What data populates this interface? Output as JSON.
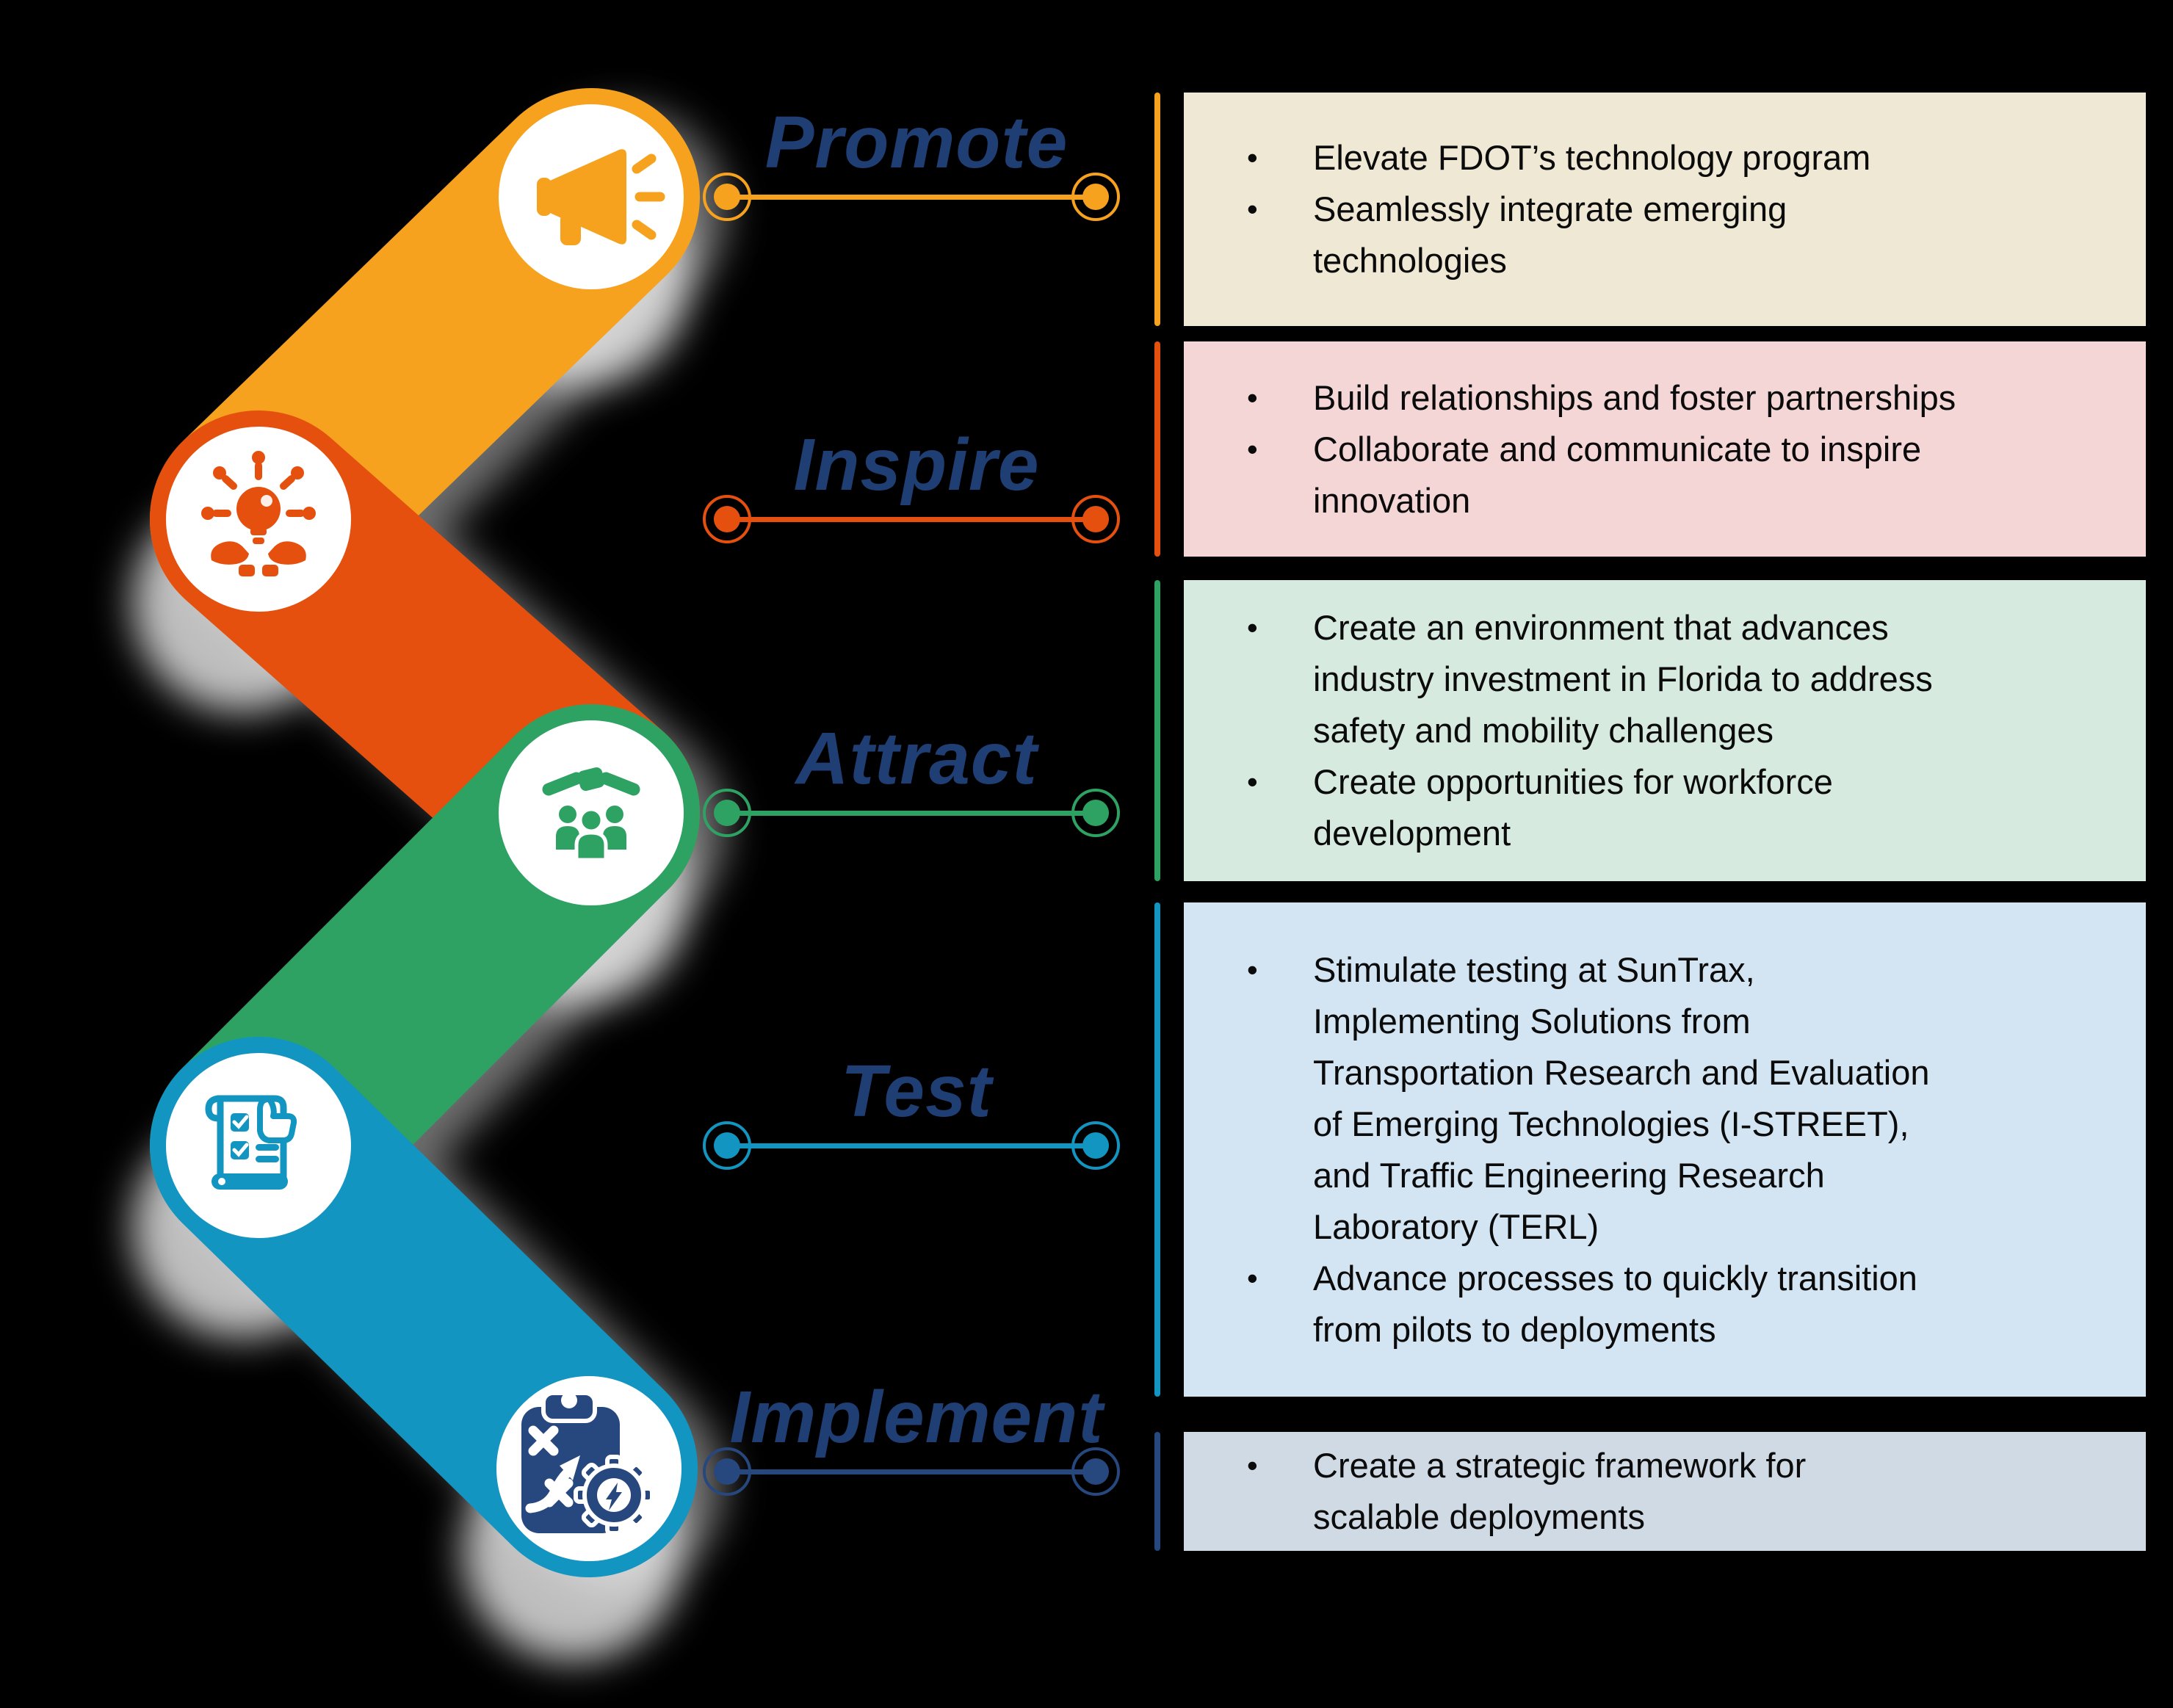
{
  "colors": {
    "amber": "#F6A21E",
    "red_orange": "#E5500F",
    "green": "#2EA263",
    "teal": "#1295C0",
    "navy": "#27477F",
    "label_blue": "#1F3E74",
    "text_black": "#0B0B0B",
    "background": "#000000",
    "box_cream": "#EFE8D5",
    "box_pink": "#F4D6D6",
    "box_mint": "#D6EADF",
    "box_sky": "#D3E5F2",
    "box_steel": "#CFDAE5",
    "disk_white": "#FFFFFF",
    "shadow_gray": "#D9D9D9"
  },
  "stages": [
    {
      "label": "Promote",
      "icon": "megaphone-icon"
    },
    {
      "label": "Inspire",
      "icon": "idea-hands-icon"
    },
    {
      "label": "Attract",
      "icon": "handshake-people-icon"
    },
    {
      "label": "Test",
      "icon": "checklist-thumbs-up-icon"
    },
    {
      "label": "Implement",
      "icon": "strategy-gear-icon"
    }
  ],
  "boxes": [
    {
      "bullets": [
        "Elevate FDOT’s technology program",
        "Seamlessly integrate emerging\ntechnologies"
      ]
    },
    {
      "bullets": [
        "Build relationships and foster partnerships",
        "Collaborate and communicate to inspire\ninnovation"
      ]
    },
    {
      "bullets": [
        "Create an environment that advances\nindustry investment in Florida to address\nsafety and mobility challenges",
        "Create opportunities for workforce\ndevelopment"
      ]
    },
    {
      "bullets": [
        "Stimulate testing at SunTrax,\nImplementing Solutions from\nTransportation Research and Evaluation\nof Emerging Technologies (I-STREET),\nand Traffic Engineering Research\nLaboratory (TERL)",
        "Advance processes to quickly transition\nfrom pilots to deployments"
      ]
    },
    {
      "bullets": [
        "Create a strategic framework for\nscalable deployments"
      ]
    }
  ]
}
